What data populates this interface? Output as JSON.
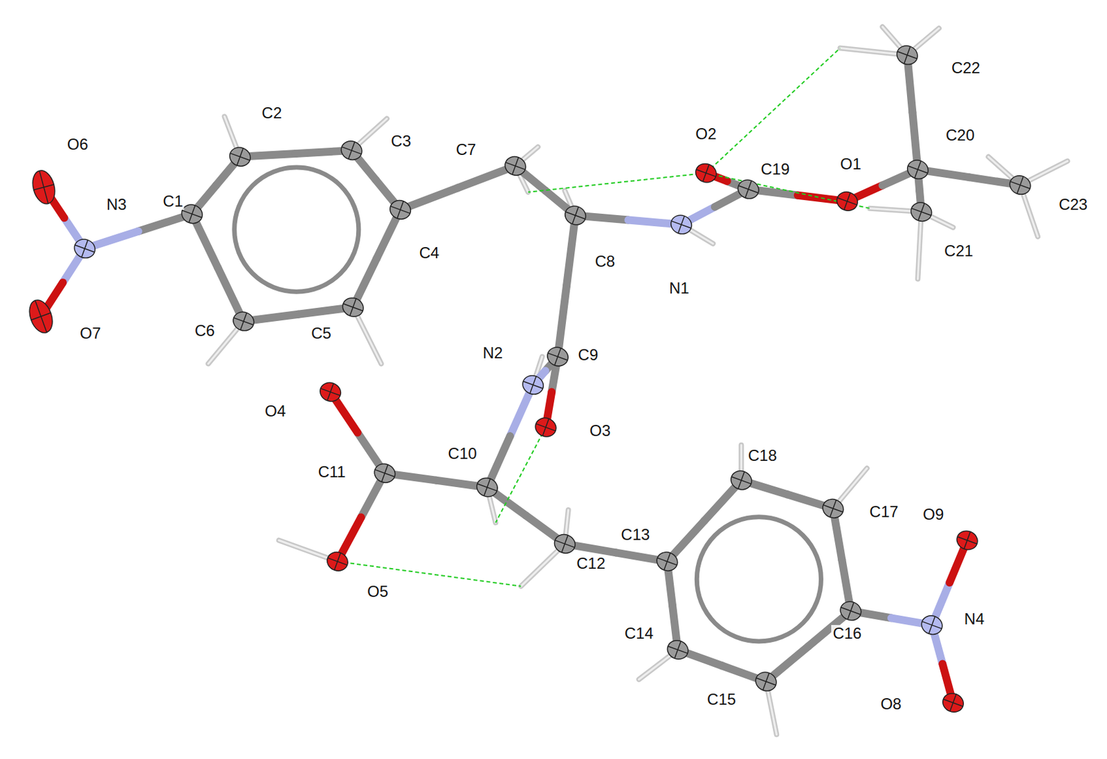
{
  "diagram": {
    "labels": [
      "O6",
      "N3",
      "C1",
      "C2",
      "C3",
      "C7",
      "C4",
      "C6",
      "C5",
      "O7",
      "O2",
      "C19",
      "O1",
      "C20",
      "C22",
      "C23",
      "C21",
      "C8",
      "N1",
      "N2",
      "C9",
      "O3",
      "O4",
      "C10",
      "C11",
      "O5",
      "C12",
      "C13",
      "C18",
      "C17",
      "O9",
      "C16",
      "N4",
      "C14",
      "C15",
      "O8"
    ]
  }
}
